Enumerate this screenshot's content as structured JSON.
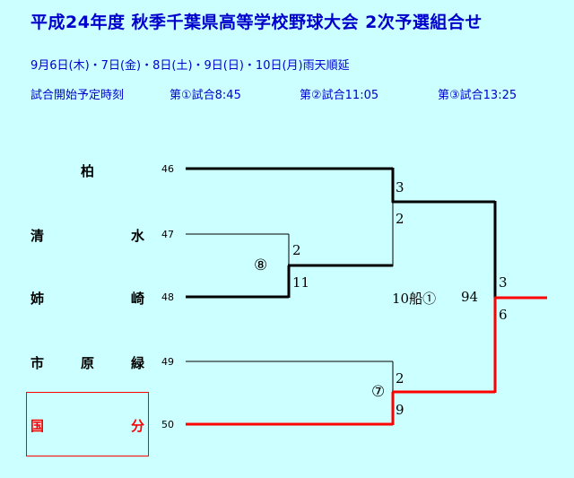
{
  "header": {
    "title": "平成24年度  秋季千葉県高等学校野球大会  2次予選組合せ",
    "dates": "9月6日(木)・7日(金)・8日(土)・9日(日)・10日(月)雨天順延",
    "schedule_label": "試合開始予定時刻",
    "game1": "第①試合8:45",
    "game2": "第②試合11:05",
    "game3": "第③試合13:25"
  },
  "teams": [
    {
      "chars": [
        "柏"
      ],
      "seed": "46"
    },
    {
      "chars": [
        "清",
        "水"
      ],
      "seed": "47"
    },
    {
      "chars": [
        "姉",
        "崎"
      ],
      "seed": "48"
    },
    {
      "chars": [
        "市",
        "原",
        "緑"
      ],
      "seed": "49"
    },
    {
      "chars": [
        "国",
        "分"
      ],
      "seed": "50"
    }
  ],
  "matches": {
    "m8": {
      "label": "⑧",
      "top": "2",
      "bottom": "11"
    },
    "m7": {
      "label": "⑦",
      "top": "2",
      "bottom": "9"
    },
    "semi": {
      "top": "3",
      "bottom": "2"
    },
    "final": {
      "label": "10船①",
      "extra": "94",
      "top": "3",
      "bottom": "6"
    }
  },
  "colors": {
    "background": "#ccffff",
    "text_blue": "#0000cc",
    "winner_red": "#ff0000",
    "line_black": "#000000"
  }
}
